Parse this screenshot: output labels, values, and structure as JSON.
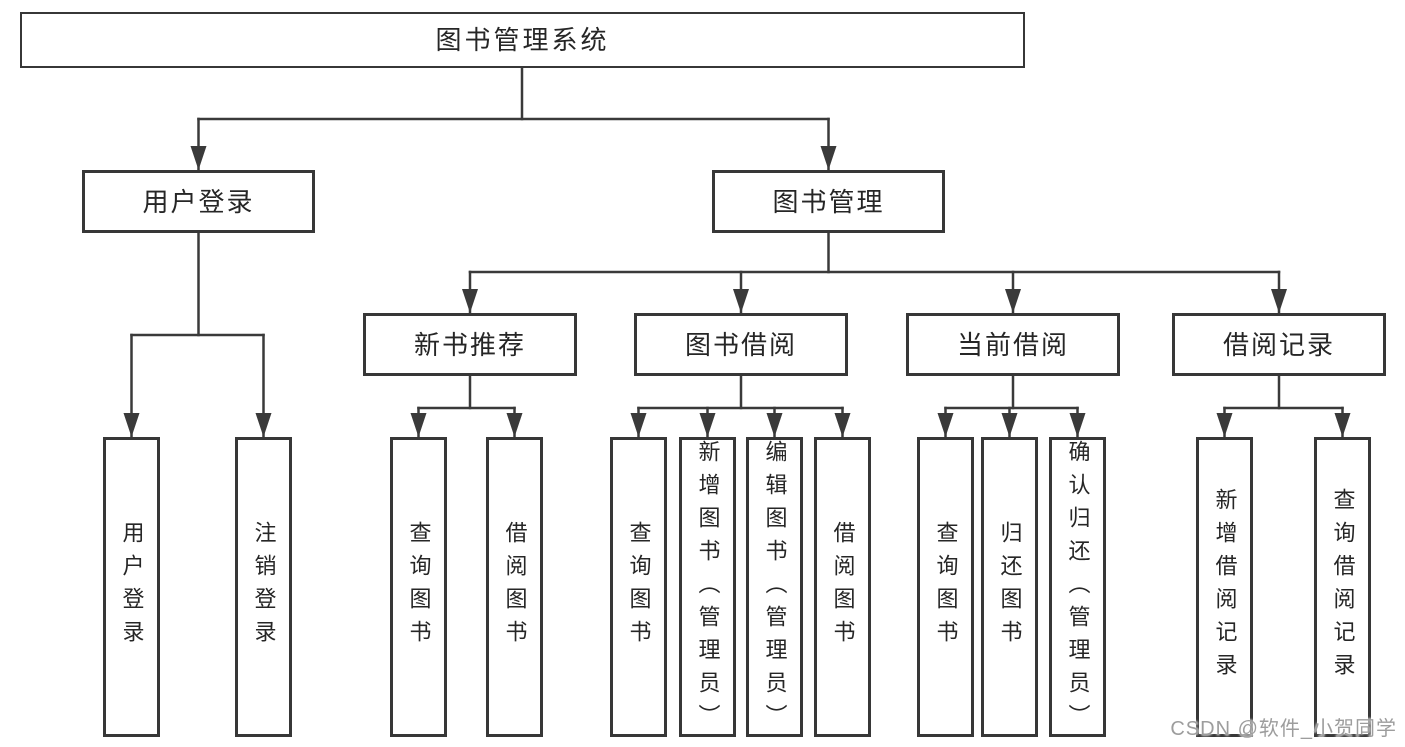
{
  "diagram_type": "hierarchy-tree",
  "colors": {
    "line": "#3a3a3a",
    "box_border": "#373737",
    "box_fill": "#ffffff",
    "text": "#262626",
    "watermark": "#9d9d9d",
    "background": "#ffffff"
  },
  "tree": {
    "root": {
      "label": "图书管理系统"
    },
    "branches": [
      {
        "label": "用户登录",
        "children": [
          {
            "label": "用户登录"
          },
          {
            "label": "注销登录"
          }
        ]
      },
      {
        "label": "图书管理",
        "children": [
          {
            "label": "新书推荐",
            "children": [
              {
                "label": "查询图书"
              },
              {
                "label": "借阅图书"
              }
            ]
          },
          {
            "label": "图书借阅",
            "children": [
              {
                "label": "查询图书"
              },
              {
                "label": "新增图书（管理员）"
              },
              {
                "label": "编辑图书（管理员）"
              },
              {
                "label": "借阅图书"
              }
            ]
          },
          {
            "label": "当前借阅",
            "children": [
              {
                "label": "查询图书"
              },
              {
                "label": "归还图书"
              },
              {
                "label": "确认归还（管理员）"
              }
            ]
          },
          {
            "label": "借阅记录",
            "children": [
              {
                "label": "新增借阅记录"
              },
              {
                "label": "查询借阅记录"
              }
            ]
          }
        ]
      }
    ]
  },
  "watermark": {
    "text": "CSDN @软件_小贺同学"
  }
}
